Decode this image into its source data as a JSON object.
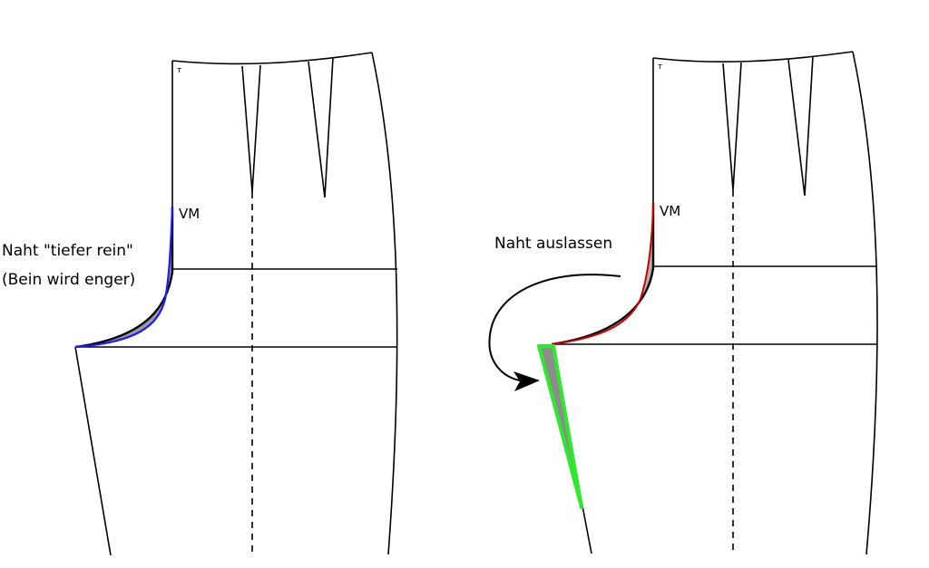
{
  "left_panel": {
    "vm_label": "VM",
    "annotation_line1": "Naht \"tiefer rein\"",
    "annotation_line2": "(Bein wird enger)"
  },
  "right_panel": {
    "vm_label": "VM",
    "annotation": "Naht auslassen"
  },
  "colors": {
    "outline": "#000000",
    "new_seam_left": "#1a1aff",
    "new_seam_right": "#d40000",
    "let_out_area": "#2ee82e",
    "removed_area": "#9a9a9a"
  }
}
